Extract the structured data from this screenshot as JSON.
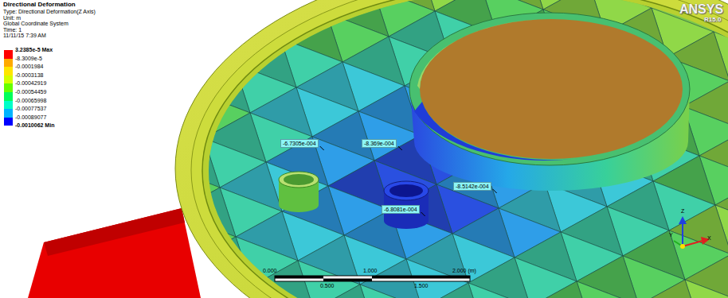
{
  "diagram": {
    "title": "Directional Deformation",
    "nodes": [
      {
        "text": [
          "-8.369e-004"
        ]
      },
      {
        "text": [
          "-6.7305e-004"
        ]
      },
      {
        "text": [
          "-8.5142e-004"
        ]
      },
      {
        "text": [
          "-6.8081e-004"
        ]
      }
    ],
    "labels": [
      "Type: Directional Deformation(Z Axis)",
      "Unit: m",
      "Global Coordinate System",
      "Time: 1",
      "11/11/15 7:39 AM",
      "-0.0010062 Min",
      "ANSYS",
      "R15.0",
      "0.000",
      "1.000",
      "2.000 (m)",
      "0.500",
      "1.500",
      "Z",
      "Y",
      "X"
    ],
    "legend": [
      {
        "text": "3.2385e-5 Max",
        "color": "#ff0000"
      },
      {
        "text": "-8.3009e-5",
        "color": "#ffaa00"
      },
      {
        "text": "-0.0001984",
        "color": "#ffe600"
      },
      {
        "text": "-0.0003138",
        "color": "#d4ff00"
      },
      {
        "text": "-0.00042919",
        "color": "#66ff00"
      },
      {
        "text": "-0.00054459",
        "color": "#00ff5a"
      },
      {
        "text": "-0.00065998",
        "color": "#00ffc8"
      },
      {
        "text": "-0.00077537",
        "color": "#00b4ff"
      },
      {
        "text": "-0.00089077",
        "color": "#0000ff"
      }
    ]
  }
}
